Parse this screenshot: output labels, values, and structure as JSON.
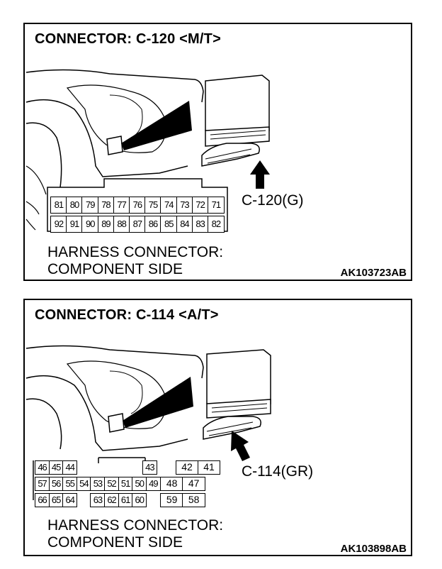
{
  "panels": [
    {
      "title": "CONNECTOR: C-120 <M/T>",
      "connector_label": "C-120(G)",
      "harness_line1": "HARNESS CONNECTOR:",
      "harness_line2": "COMPONENT SIDE",
      "code": "AK103723AB",
      "pins_row1": [
        "81",
        "80",
        "79",
        "78",
        "77",
        "76",
        "75",
        "74",
        "73",
        "72",
        "71"
      ],
      "pins_row2": [
        "92",
        "91",
        "90",
        "89",
        "88",
        "87",
        "86",
        "85",
        "84",
        "83",
        "82"
      ]
    },
    {
      "title": "CONNECTOR: C-114 <A/T>",
      "connector_label": "C-114(GR)",
      "harness_line1": "HARNESS CONNECTOR:",
      "harness_line2": "COMPONENT SIDE",
      "code": "AK103898AB",
      "pins_row1": [
        "46",
        "45",
        "44",
        "",
        "",
        "",
        "",
        "",
        "43",
        "42",
        "41"
      ],
      "pins_row2": [
        "57",
        "56",
        "55",
        "54",
        "53",
        "52",
        "51",
        "50",
        "49",
        "48",
        "47"
      ],
      "pins_row3": [
        "66",
        "65",
        "64",
        "",
        "63",
        "62",
        "61",
        "60",
        "",
        "59",
        "58"
      ]
    }
  ]
}
